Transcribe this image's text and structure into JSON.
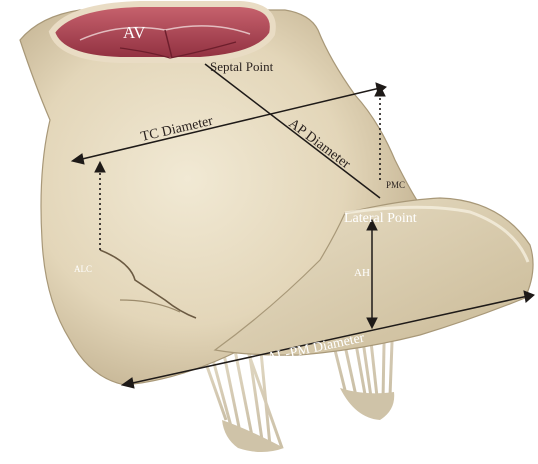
{
  "figure": {
    "labels": {
      "av": "AV",
      "septal_point": "Septal Point",
      "tc_diameter": "TC Diameter",
      "ap_diameter": "AP Diameter",
      "pmc": "PMC",
      "lateral_point": "Lateral Point",
      "alc": "ALC",
      "ah": "AH",
      "al_pm_diameter": "AL-PM Diameter"
    },
    "colors": {
      "leaflet": "#e7dcc0",
      "leaflet_shadow": "#b9a98a",
      "aortic_valve": "#b24a57",
      "aortic_valve_dark": "#7d2333",
      "chordae": "#d9cfb9",
      "measurement_line": "#1e1a18"
    }
  }
}
